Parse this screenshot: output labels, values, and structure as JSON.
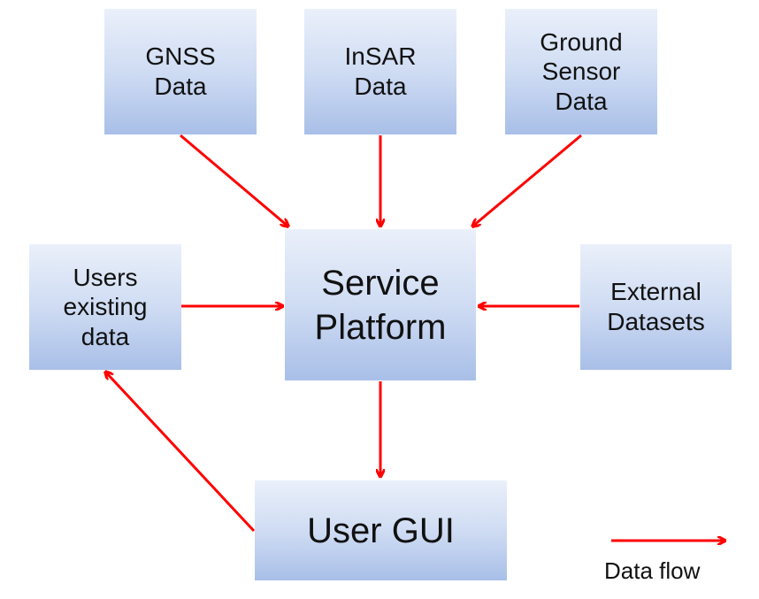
{
  "nodes": {
    "gnss": "GNSS\nData",
    "insar": "InSAR\nData",
    "ground": "Ground\nSensor\nData",
    "users": "Users\nexisting\ndata",
    "platform": "Service\nPlatform",
    "external": "External\nDatasets",
    "gui": "User GUI"
  },
  "legend": {
    "label": "Data flow"
  },
  "colors": {
    "arrow": "#ff0000",
    "box_top": "#eaf0fa",
    "box_bottom": "#a9bfe8"
  },
  "edges": [
    {
      "from": "gnss",
      "to": "platform"
    },
    {
      "from": "insar",
      "to": "platform"
    },
    {
      "from": "ground",
      "to": "platform"
    },
    {
      "from": "users",
      "to": "platform"
    },
    {
      "from": "external",
      "to": "platform"
    },
    {
      "from": "platform",
      "to": "gui"
    },
    {
      "from": "gui",
      "to": "users"
    }
  ]
}
